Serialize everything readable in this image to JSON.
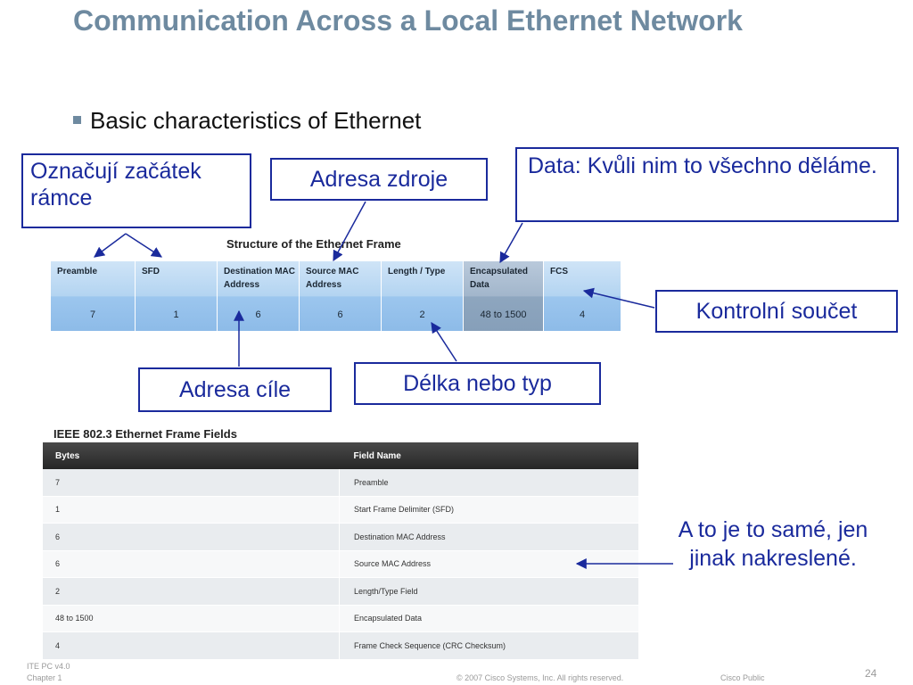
{
  "slide": {
    "title": "Communication Across a Local Ethernet Network",
    "bullet": "Basic characteristics of Ethernet"
  },
  "callouts": {
    "start_of_frame": "Označují začátek rámce",
    "source_address": "Adresa zdroje",
    "data": "Data: Kvůli nim to všechno děláme.",
    "checksum": "Kontrolní součet",
    "destination_address": "Adresa cíle",
    "length_or_type": "Délka nebo typ"
  },
  "frame_structure": {
    "title": "Structure of the Ethernet Frame",
    "fields": [
      {
        "name": "Preamble",
        "size": "7"
      },
      {
        "name": "SFD",
        "size": "1"
      },
      {
        "name": "Destination MAC Address",
        "size": "6"
      },
      {
        "name": "Source MAC Address",
        "size": "6"
      },
      {
        "name": "Length / Type",
        "size": "2"
      },
      {
        "name": "Encapsulated Data",
        "size": "48 to 1500"
      },
      {
        "name": "FCS",
        "size": "4"
      }
    ]
  },
  "ieee_table": {
    "title": "IEEE 802.3 Ethernet Frame Fields",
    "headers": [
      "Bytes",
      "Field Name"
    ],
    "rows": [
      [
        "7",
        "Preamble"
      ],
      [
        "1",
        "Start Frame Delimiter (SFD)"
      ],
      [
        "6",
        "Destination MAC Address"
      ],
      [
        "6",
        "Source MAC Address"
      ],
      [
        "2",
        "Length/Type Field"
      ],
      [
        "48 to 1500",
        "Encapsulated Data"
      ],
      [
        "4",
        "Frame Check Sequence (CRC Checksum)"
      ]
    ]
  },
  "side_note": "A to je to samé, jen jinak nakreslené.",
  "footer": {
    "course": "ITE PC v4.0",
    "chapter": "Chapter 1",
    "copyright": "© 2007 Cisco Systems, Inc. All rights reserved.",
    "classification": "Cisco Public",
    "page_number": "24"
  },
  "colors": {
    "title": "#6e8aa0",
    "callout": "#1a2a9c",
    "frame_cell": "#a9cdee",
    "frame_cell_highlight": "#9db1c7",
    "table_header": "#333333"
  }
}
